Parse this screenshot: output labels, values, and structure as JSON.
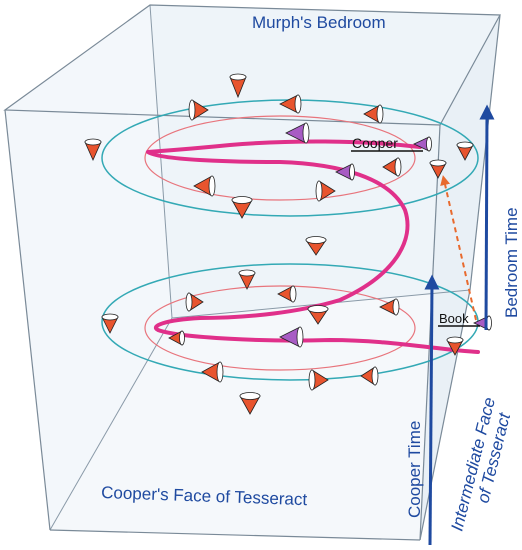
{
  "labels": {
    "top_face": "Murph's Bedroom",
    "bottom_face": "Cooper's Face of Tesseract",
    "side_face_line1": "Intermediate Face",
    "side_face_line2": "of Tesseract",
    "cooper_time": "Cooper Time",
    "bedroom_time": "Bedroom Time",
    "cooper_marker": "Cooper",
    "book_marker": "Book"
  },
  "colors": {
    "cube_edge": "#8a9aa8",
    "cube_face": "#e9f0f6",
    "orbit_outer": "#33a9b5",
    "orbit_inner": "#e8747c",
    "helix": "#e0308a",
    "cone_orange": "#e8542e",
    "cone_purple": "#a85cc4",
    "axis_arrow": "#1f4aa0",
    "dashed_arrow": "#e86a2e",
    "label_blue": "#1f4aa0"
  }
}
